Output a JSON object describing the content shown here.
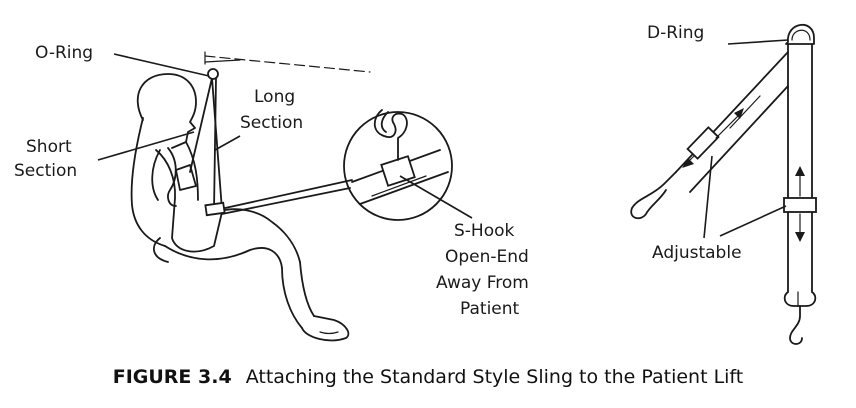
{
  "labels": {
    "o_ring": "O-Ring",
    "long_section": [
      "Long",
      "Section"
    ],
    "short_section": [
      "Short",
      "Section"
    ],
    "s_hook": [
      "S-Hook",
      "Open-End",
      "Away From",
      "Patient"
    ],
    "d_ring": "D-Ring",
    "adjustable": "Adjustable"
  },
  "caption": {
    "figure_number": "FIGURE 3.4",
    "text": "Attaching the Standard Style Sling to the Patient Lift"
  }
}
